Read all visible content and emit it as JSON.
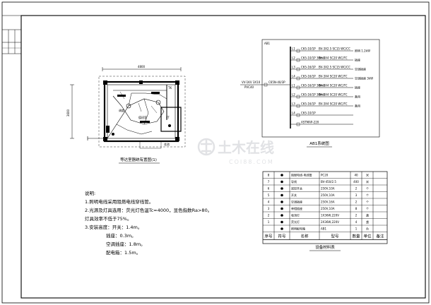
{
  "sheet": {
    "border_color": "#000000",
    "watermark_color": "#c9ccd0"
  },
  "left_plan": {
    "title": "等达室器统有置图(1)",
    "dim_top": "4800",
    "dim_left": "3600",
    "room_labels": [
      "调度",
      "值班室",
      "TK",
      "JT",
      "花池"
    ]
  },
  "system_diagram": {
    "panel_tag": "AB1",
    "incoming_label": "VV-1KV 3X10",
    "incoming_sub": "PVC40",
    "breaker_main": "C65N-40/3P",
    "title": "AB1系统图",
    "circuits": [
      {
        "id": "L1",
        "breaker": "C65-10/1P",
        "cable": "BV-3X2.5 SC15 WC/CC",
        "load": "照明 1.2kW"
      },
      {
        "id": "L2",
        "breaker": "C65-10/1P 30mA",
        "cable": "BV-3X4 SC20 WC/FC",
        "load": "插座"
      },
      {
        "id": "L3",
        "breaker": "C65-16/1P",
        "cable": "BV-3X2.5 SC15 WC/CC",
        "load": "空调插座"
      },
      {
        "id": "L4",
        "breaker": "C65-16/1P",
        "cable": "BV-3X4 SC20 WC/FC",
        "load": "空调插座 3kW"
      },
      {
        "id": "L1",
        "breaker": "C65-16/1P 30mA",
        "cable": "BV-3X4 SC20 WC/FC",
        "load": "插座"
      },
      {
        "id": "L2",
        "breaker": "C65-16/1P 30mA",
        "cable": "BV-3X4 SC20 WC/FC",
        "load": "备用"
      },
      {
        "id": "L3",
        "breaker": "C65-16/1P",
        "cable": "BV-3X4 SC20 WC/FC",
        "load": "备用"
      },
      {
        "id": "L4",
        "breaker": "C65-10/1P",
        "cable": "",
        "load": ""
      },
      {
        "id": "",
        "breaker": "ASTMAP-220",
        "cable": "",
        "load": ""
      }
    ]
  },
  "notes": {
    "heading": "说明:",
    "lines": [
      "1.照明电线采用阻燃电线穿线管。",
      "2.光源及灯具选用：荧光灯色温Tc=4000，显色指数Ra>80。",
      "灯具效率不低于75%。",
      "3.安装高度：开关：1.4m。",
      "插座：0.3m。",
      "空调插座：1.8m。",
      "配电箱：1.5m。"
    ]
  },
  "materials_table": {
    "title": "设备材料表",
    "headers": [
      "序号",
      "符号",
      "名称",
      "型号",
      "数量",
      "单位",
      "备注"
    ],
    "rows": [
      {
        "no": "8",
        "symbol": "",
        "name": "阻燃电线-电线管",
        "model": "PC20",
        "qty": "40",
        "unit": "米"
      },
      {
        "no": "7",
        "symbol": "",
        "name": "导线",
        "model": "BV-450/2.5",
        "qty": "400",
        "unit": "米"
      },
      {
        "no": "6",
        "symbol": "",
        "name": "双控开关",
        "model": "250V,10A",
        "qty": "2",
        "unit": "个"
      },
      {
        "no": "5",
        "symbol": "",
        "name": "开关",
        "model": "250V,10A",
        "qty": "3",
        "unit": "个"
      },
      {
        "no": "4",
        "symbol": "",
        "name": "空调插座",
        "model": "250V,16A",
        "qty": "2",
        "unit": "个"
      },
      {
        "no": "3",
        "symbol": "",
        "name": "单相插座",
        "model": "250V,10A",
        "qty": "8",
        "unit": "个"
      },
      {
        "no": "2",
        "symbol": "",
        "name": "吸顶灯",
        "model": "1X36W,220V",
        "qty": "2",
        "unit": "盏"
      },
      {
        "no": "1",
        "symbol": "",
        "name": "荧光灯",
        "model": "2X36W,220V",
        "qty": "4",
        "unit": "盏"
      },
      {
        "no": "",
        "symbol": "",
        "name": "照明配电箱",
        "model": "AB1",
        "qty": "1",
        "unit": "台"
      }
    ]
  },
  "watermark": {
    "brand": "土木在线",
    "site": "COI88.COM"
  }
}
